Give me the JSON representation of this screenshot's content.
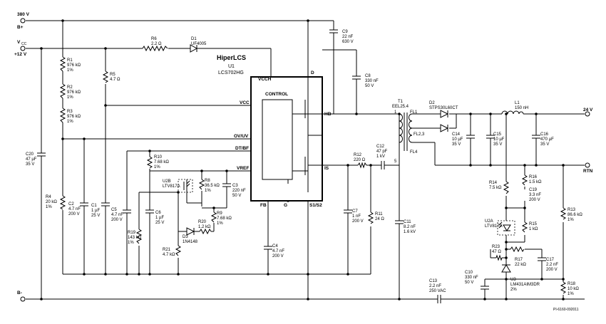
{
  "rails": {
    "v380": "380 V",
    "bplus": "B+",
    "vcc_main": "V",
    "vcc_sub": "CC",
    "v12": "+12 V",
    "bminus": "B-",
    "out24": "24 V",
    "rtn": "RTN"
  },
  "ic": {
    "title": "HiperLCS",
    "ref": "U1",
    "part": "LCS702HG",
    "control": "CONTROL",
    "pins": {
      "vcch": "VCCH",
      "d": "D",
      "vcc": "VCC",
      "hb": "HB",
      "ovuv": "OV/UV",
      "dtbf": "DT/BF",
      "vref": "VREF",
      "is": "IS",
      "fb": "FB",
      "g": "G",
      "s1s2": "S1/S2"
    }
  },
  "transformer": {
    "ref": "T1",
    "core": "EEL25.4",
    "pins": {
      "p1": "1",
      "p5": "5",
      "fl1": "FL1",
      "fl23": "FL2,3",
      "fl4": "FL4"
    }
  },
  "components": [
    {
      "ref": "R6",
      "v1": "2.2 Ω"
    },
    {
      "ref": "D1",
      "v1": "UF4005"
    },
    {
      "ref": "C9",
      "v1": "22 nF",
      "v2": "630 V"
    },
    {
      "ref": "C8",
      "v1": "330 nF",
      "v2": "50 V"
    },
    {
      "ref": "R1",
      "v1": "976 kΩ",
      "v2": "1%"
    },
    {
      "ref": "R2",
      "v1": "976 kΩ",
      "v2": "1%"
    },
    {
      "ref": "R3",
      "v1": "976 kΩ",
      "v2": "1%"
    },
    {
      "ref": "R5",
      "v1": "4.7 Ω"
    },
    {
      "ref": "C20",
      "v1": "47 µF",
      "v2": "35 V"
    },
    {
      "ref": "R4",
      "v1": "20 kΩ",
      "v2": "1%"
    },
    {
      "ref": "C2",
      "v1": "4.7 nF",
      "v2": "200 V"
    },
    {
      "ref": "C1",
      "v1": "1 µF",
      "v2": "25 V"
    },
    {
      "ref": "C5",
      "v1": "4.7 nF",
      "v2": "200 V"
    },
    {
      "ref": "R19",
      "v1": "143 kΩ",
      "v2": "1%"
    },
    {
      "ref": "C6",
      "v1": "1 µF",
      "v2": "25 V"
    },
    {
      "ref": "R10",
      "v1": "7.68 kΩ",
      "v2": "1%"
    },
    {
      "ref": "U2B",
      "v1": "LTV817A"
    },
    {
      "ref": "R8",
      "v1": "36.5 kΩ",
      "v2": "1%"
    },
    {
      "ref": "C3",
      "v1": "220 nF",
      "v2": "50 V"
    },
    {
      "ref": "R9",
      "v1": "7.68 kΩ",
      "v2": "1%"
    },
    {
      "ref": "R20",
      "v1": "1.2 kΩ"
    },
    {
      "ref": "D3",
      "v1": "1N4148"
    },
    {
      "ref": "R21",
      "v1": "4.7 kΩ"
    },
    {
      "ref": "C4",
      "v1": "4.7 nF",
      "v2": "200 V"
    },
    {
      "ref": "R12",
      "v1": "220 Ω"
    },
    {
      "ref": "C12",
      "v1": "47 pF",
      "v2": "1 kV"
    },
    {
      "ref": "C7",
      "v1": "1 nF",
      "v2": "200 V"
    },
    {
      "ref": "R11",
      "v1": "24 Ω"
    },
    {
      "ref": "C11",
      "v1": "8.2 nF",
      "v2": "1.6 kV"
    },
    {
      "ref": "D2",
      "v1": "STPS30L60CT"
    },
    {
      "ref": "L1",
      "v1": "150 nH"
    },
    {
      "ref": "C14",
      "v1": "10 µF",
      "v2": "35 V"
    },
    {
      "ref": "C15",
      "v1": "10 µF",
      "v2": "35 V"
    },
    {
      "ref": "C16",
      "v1": "470 µF",
      "v2": "35 V"
    },
    {
      "ref": "R16",
      "v1": "1.5 kΩ"
    },
    {
      "ref": "R14",
      "v1": "7.5 kΩ"
    },
    {
      "ref": "C19",
      "v1": "3.3 nF",
      "v2": "200 V"
    },
    {
      "ref": "U2A",
      "v1": "LTV817A"
    },
    {
      "ref": "R15",
      "v1": "1 kΩ"
    },
    {
      "ref": "R23",
      "v1": "47 Ω"
    },
    {
      "ref": "R17",
      "v1": "22 kΩ"
    },
    {
      "ref": "C17",
      "v1": "2.2 nF",
      "v2": "200 V"
    },
    {
      "ref": "R13",
      "v1": "86.6 kΩ",
      "v2": "1%"
    },
    {
      "ref": "C10",
      "v1": "330 nF",
      "v2": "50 V"
    },
    {
      "ref": "U3",
      "v1": "LM431AIM3DR",
      "v2": "2%"
    },
    {
      "ref": "R18",
      "v1": "10 kΩ",
      "v2": "1%"
    },
    {
      "ref": "C13",
      "v1": "2.2 nF",
      "v2": "250 VAC"
    }
  ],
  "figure_id": "PI-6160-092011"
}
